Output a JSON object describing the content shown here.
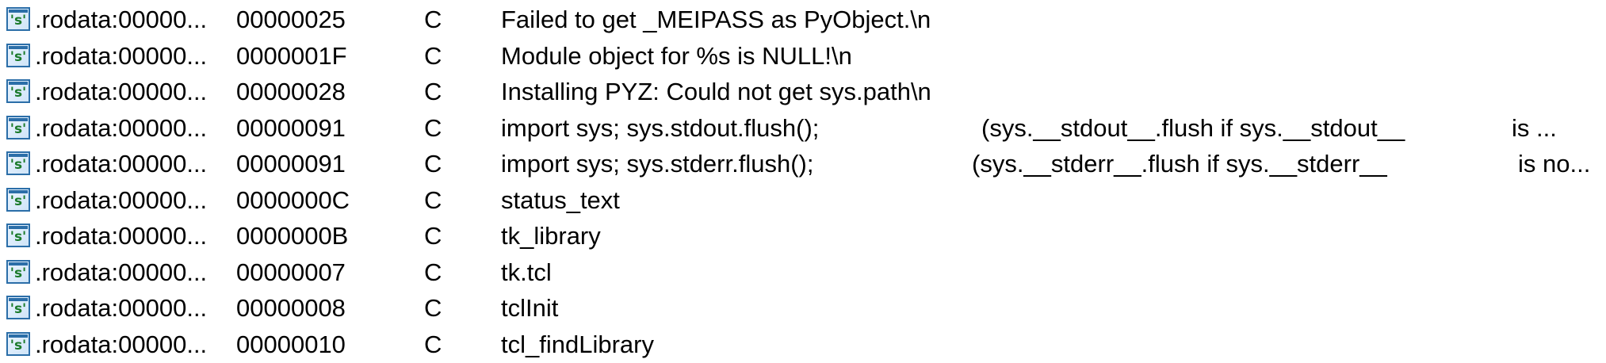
{
  "strings_table": {
    "icon": "string-s-icon",
    "icon_glyph": "'s'",
    "rows": [
      {
        "address": ".rodata:00000...",
        "length": "00000025",
        "type": "C",
        "string": "Failed to get _MEIPASS as PyObject.\\n"
      },
      {
        "address": ".rodata:00000...",
        "length": "0000001F",
        "type": "C",
        "string": "Module object for %s is NULL!\\n"
      },
      {
        "address": ".rodata:00000...",
        "length": "00000028",
        "type": "C",
        "string": "Installing PYZ: Could not get sys.path\\n"
      },
      {
        "address": ".rodata:00000...",
        "length": "00000091",
        "type": "C",
        "string_parts": [
          "import sys; sys.stdout.flush();",
          "(sys.__stdout__.flush if sys.__stdout__",
          "is ..."
        ]
      },
      {
        "address": ".rodata:00000...",
        "length": "00000091",
        "type": "C",
        "string_parts": [
          "import sys; sys.stderr.flush();",
          "(sys.__stderr__.flush if sys.__stderr__",
          "is no..."
        ]
      },
      {
        "address": ".rodata:00000...",
        "length": "0000000C",
        "type": "C",
        "string": "status_text"
      },
      {
        "address": ".rodata:00000...",
        "length": "0000000B",
        "type": "C",
        "string": "tk_library"
      },
      {
        "address": ".rodata:00000...",
        "length": "00000007",
        "type": "C",
        "string": "tk.tcl"
      },
      {
        "address": ".rodata:00000...",
        "length": "00000008",
        "type": "C",
        "string": "tclInit"
      },
      {
        "address": ".rodata:00000...",
        "length": "00000010",
        "type": "C",
        "string": "tcl_findLibrary"
      }
    ]
  },
  "colors": {
    "text": "#000000",
    "background": "#ffffff",
    "icon_border": "#2b6ea8",
    "icon_letter": "#1a7a2a"
  }
}
